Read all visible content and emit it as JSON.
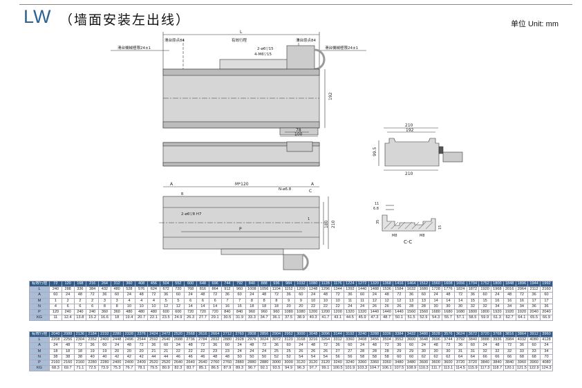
{
  "header": {
    "model": "LW",
    "subtitle": "（墙面安装左出线）",
    "unit": "单位 Unit: mm"
  },
  "drawing": {
    "top_view": {
      "L": "L",
      "left_margin": "滑台原点84",
      "stroke": "有效行程",
      "right_margin": "滑台原点84",
      "left_limit": "滑台機械極限24±1",
      "right_limit": "滑台機械極限24±1",
      "pin_holes": "2-ø6▽15",
      "tapped_holes": "4-M6▽15",
      "height": "192",
      "dim_78": "78",
      "dim_100": "100"
    },
    "end_view": {
      "w_outer": "210",
      "w_inner": "192",
      "height": "99.5",
      "w_bottom": "210"
    },
    "bottom_view": {
      "A_left": "A",
      "A_right": "A",
      "pitch": "M*120",
      "holes": "N-ø6.8",
      "C": "C",
      "dowel": "2-ø6▽8 H7",
      "P": "P",
      "h180": "180",
      "h210": "210",
      "one": "1",
      "B": "B"
    },
    "section": {
      "d11": "11",
      "d68": "6.8",
      "d35": "35",
      "m8_left": "M8",
      "m8_right": "M8",
      "d15": "15",
      "label": "C-C"
    }
  },
  "tables": [
    {
      "rows": [
        {
          "label": "有效行程",
          "values": [
            72,
            120,
            168,
            216,
            264,
            312,
            360,
            408,
            456,
            504,
            552,
            600,
            648,
            696,
            744,
            792,
            840,
            888,
            936,
            984,
            1032,
            1080,
            1128,
            1176,
            1224,
            1272,
            1320,
            1368,
            1416,
            1464,
            1512,
            1560,
            1608,
            1656,
            1704,
            1752,
            1800,
            1848,
            1896,
            1944,
            1992
          ]
        },
        {
          "label": "L",
          "values": [
            240,
            288,
            336,
            384,
            432,
            480,
            528,
            576,
            624,
            672,
            720,
            768,
            816,
            864,
            912,
            960,
            1008,
            1056,
            1104,
            1152,
            1200,
            1248,
            1296,
            1344,
            1392,
            1440,
            1488,
            1536,
            1584,
            1632,
            1680,
            1728,
            1776,
            1824,
            1872,
            1920,
            1968,
            2016,
            2064,
            2112,
            2160
          ]
        },
        {
          "label": "A",
          "values": [
            60,
            24,
            48,
            72,
            36,
            60,
            24,
            48,
            72,
            36,
            60,
            24,
            48,
            72,
            36,
            60,
            24,
            48,
            72,
            36,
            60,
            24,
            48,
            72,
            36,
            60,
            24,
            48,
            72,
            36,
            60,
            24,
            48,
            72,
            36,
            60,
            24,
            48,
            72,
            36,
            60
          ]
        },
        {
          "label": "M",
          "values": [
            1,
            2,
            2,
            2,
            3,
            3,
            4,
            4,
            4,
            5,
            5,
            6,
            6,
            6,
            7,
            7,
            8,
            8,
            8,
            9,
            9,
            10,
            10,
            10,
            11,
            11,
            12,
            12,
            12,
            13,
            13,
            14,
            14,
            14,
            15,
            15,
            16,
            16,
            16,
            17,
            17
          ]
        },
        {
          "label": "N",
          "values": [
            4,
            6,
            6,
            6,
            8,
            8,
            10,
            10,
            10,
            12,
            12,
            14,
            14,
            14,
            16,
            16,
            18,
            18,
            18,
            20,
            20,
            22,
            22,
            22,
            24,
            24,
            26,
            26,
            26,
            28,
            28,
            30,
            30,
            30,
            32,
            32,
            34,
            34,
            34,
            36,
            36
          ]
        },
        {
          "label": "P",
          "values": [
            120,
            240,
            240,
            240,
            360,
            360,
            480,
            480,
            480,
            600,
            600,
            720,
            720,
            720,
            840,
            840,
            960,
            960,
            960,
            1080,
            1080,
            1200,
            1200,
            1200,
            1320,
            1320,
            1440,
            1440,
            1440,
            1560,
            1560,
            1680,
            1680,
            1680,
            1800,
            1800,
            1920,
            1920,
            1920,
            2040,
            2040
          ]
        },
        {
          "label": "KG",
          "values": [
            11,
            12.4,
            13.8,
            15.2,
            16.6,
            18,
            19.4,
            20.7,
            22.1,
            23.5,
            24.9,
            26.3,
            27.7,
            29.1,
            30.5,
            31.9,
            33.3,
            34.7,
            36.1,
            37.5,
            38.9,
            40.3,
            41.7,
            43.1,
            44.5,
            45.9,
            47.3,
            48.7,
            50.1,
            51.5,
            52.9,
            54.3,
            55.7,
            57.1,
            58.5,
            59.9,
            61.3,
            62.7,
            64.1,
            65.5,
            66.9
          ]
        }
      ]
    },
    {
      "rows": [
        {
          "label": "有效行程",
          "values": [
            2040,
            2088,
            2136,
            2184,
            2232,
            2280,
            2328,
            2376,
            2424,
            2472,
            2520,
            2568,
            2616,
            2664,
            2712,
            2760,
            2808,
            2856,
            2904,
            2952,
            3000,
            3048,
            3096,
            3144,
            3192,
            3240,
            3288,
            3336,
            3384,
            3432,
            3480,
            3528,
            3576,
            3624,
            3672,
            3720,
            3768,
            3816,
            3864,
            3912,
            3960
          ]
        },
        {
          "label": "L",
          "values": [
            2208,
            2256,
            2304,
            2352,
            2400,
            2448,
            2496,
            2544,
            2592,
            2640,
            2688,
            2736,
            2784,
            2832,
            2880,
            2928,
            2976,
            3024,
            3072,
            3120,
            3168,
            3216,
            3264,
            3312,
            3360,
            3408,
            3456,
            3504,
            3552,
            3600,
            3648,
            3696,
            3744,
            3792,
            3840,
            3888,
            3936,
            3984,
            4032,
            4080,
            4128
          ]
        },
        {
          "label": "A",
          "values": [
            24,
            48,
            72,
            36,
            60,
            24,
            48,
            72,
            36,
            60,
            24,
            48,
            72,
            36,
            60,
            24,
            48,
            72,
            36,
            60,
            24,
            48,
            72,
            36,
            60,
            24,
            48,
            72,
            36,
            60,
            24,
            48,
            72,
            36,
            60,
            24,
            48,
            72,
            36,
            60,
            24
          ]
        },
        {
          "label": "M",
          "values": [
            18,
            18,
            18,
            19,
            19,
            20,
            20,
            20,
            21,
            21,
            22,
            22,
            22,
            23,
            23,
            24,
            24,
            24,
            25,
            25,
            26,
            26,
            26,
            27,
            27,
            28,
            28,
            28,
            29,
            29,
            30,
            30,
            30,
            31,
            31,
            32,
            32,
            32,
            33,
            33,
            34
          ]
        },
        {
          "label": "N",
          "values": [
            38,
            38,
            38,
            40,
            40,
            42,
            42,
            42,
            44,
            44,
            46,
            46,
            46,
            48,
            48,
            50,
            50,
            50,
            52,
            52,
            54,
            54,
            54,
            56,
            56,
            58,
            58,
            58,
            60,
            60,
            62,
            62,
            62,
            64,
            64,
            66,
            66,
            66,
            68,
            68,
            70
          ]
        },
        {
          "label": "P",
          "values": [
            2160,
            2160,
            2160,
            2280,
            2280,
            2400,
            2400,
            2400,
            2520,
            2520,
            2640,
            2640,
            2640,
            2760,
            2760,
            2880,
            2880,
            2880,
            3000,
            3000,
            3120,
            3120,
            3120,
            3240,
            3240,
            3360,
            3360,
            3360,
            3480,
            3480,
            3600,
            3600,
            3600,
            3720,
            3720,
            3840,
            3840,
            3840,
            3960,
            3960,
            4080
          ]
        },
        {
          "label": "KG",
          "values": [
            68.3,
            69.7,
            71.1,
            72.5,
            73.9,
            75.3,
            76.7,
            78.1,
            79.5,
            80.9,
            82.3,
            83.7,
            85.1,
            86.5,
            87.9,
            89.3,
            90.7,
            92.1,
            93.5,
            94.9,
            96.3,
            97.7,
            99.1,
            100.5,
            101.9,
            103.3,
            104.7,
            106.1,
            107.5,
            108.9,
            110.3,
            111.7,
            113.1,
            114.5,
            115.9,
            117.3,
            118.7,
            120.1,
            121.5,
            122.9,
            124.3
          ]
        }
      ]
    }
  ]
}
